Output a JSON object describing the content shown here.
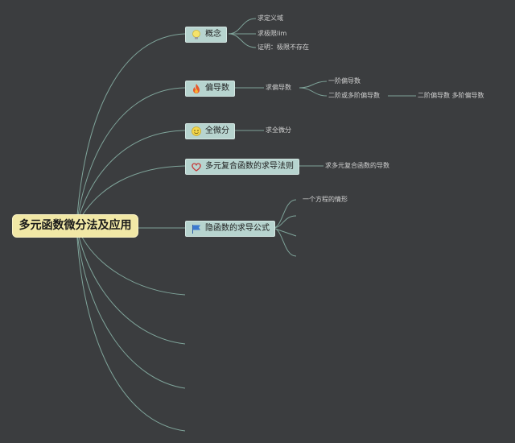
{
  "root": {
    "label": "多元函数微分法及应用"
  },
  "topics": {
    "concept": {
      "label": "概念",
      "icon": "lightbulb-icon",
      "children": [
        "求定义域",
        "求极限lim",
        "证明：极限不存在"
      ]
    },
    "partial": {
      "label": "偏导数",
      "icon": "fire-icon",
      "child": "求偏导数",
      "grandchildren": [
        "一阶偏导数",
        "二阶或多阶偏导数"
      ],
      "greatgrandchild": "二阶偏导数 多阶偏导数"
    },
    "total": {
      "label": "全微分",
      "icon": "smile-icon",
      "child": "求全微分"
    },
    "chain": {
      "label": "多元复合函数的求导法则",
      "icon": "heart-icon",
      "child": "求多元复合函数的导数"
    },
    "implicit": {
      "label": "隐函数的求导公式",
      "icon": "flag-icon",
      "child": "一个方程的情形"
    }
  },
  "colors": {
    "background": "#3b3d3f",
    "connector": "#7fa49a",
    "topic_fill": "#b7d4cf",
    "root_fill": "#f1e8a6",
    "leaf_text": "#d2d2d2"
  }
}
